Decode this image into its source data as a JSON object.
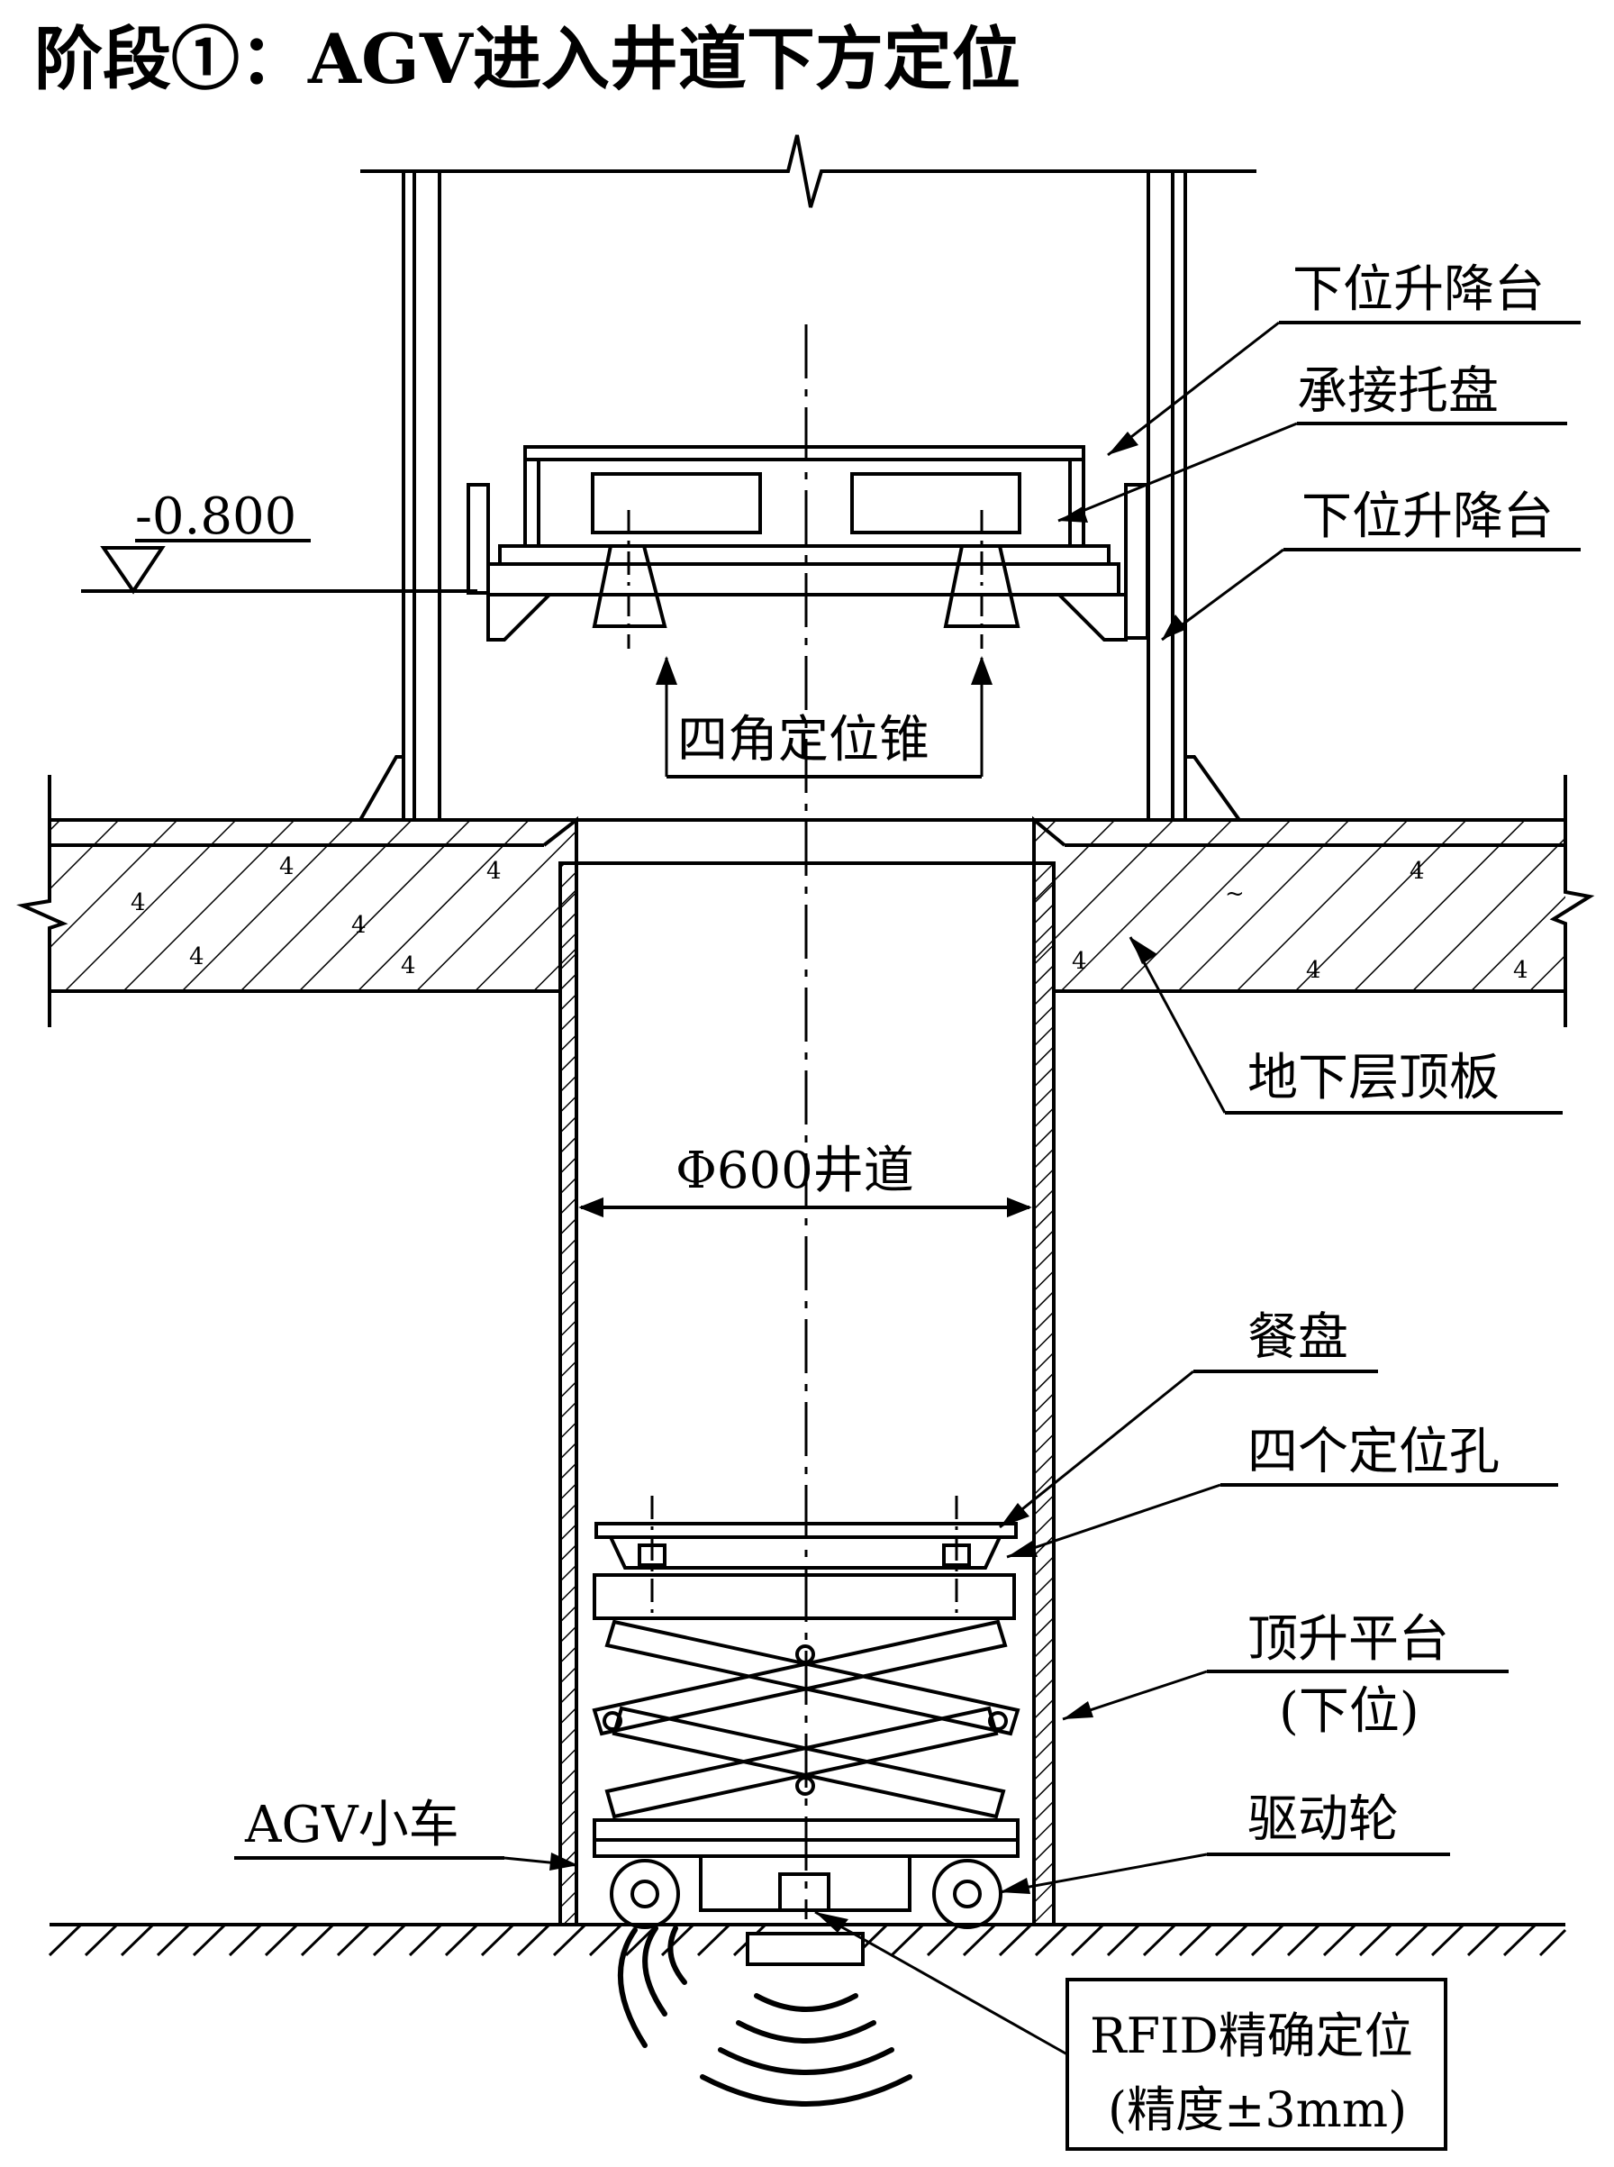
{
  "title": "阶段①：AGV进入井道下方定位",
  "elevation": "-0.800",
  "labels": {
    "lower_lift_platform_1": "下位升降台",
    "receiving_tray": "承接托盘",
    "lower_lift_platform_2": "下位升降台",
    "corner_cones": "四角定位锥",
    "basement_slab": "地下层顶板",
    "shaft": "Φ600井道",
    "food_tray": "餐盘",
    "locating_holes": "四个定位孔",
    "lift_platform_line1": "顶升平台",
    "lift_platform_line2": "(下位)",
    "agv": "AGV小车",
    "drive_wheel": "驱动轮",
    "rfid_line1": "RFID精确定位",
    "rfid_line2": "(精度±3mm)"
  },
  "colors": {
    "ink": "#000000",
    "paper": "#ffffff"
  }
}
